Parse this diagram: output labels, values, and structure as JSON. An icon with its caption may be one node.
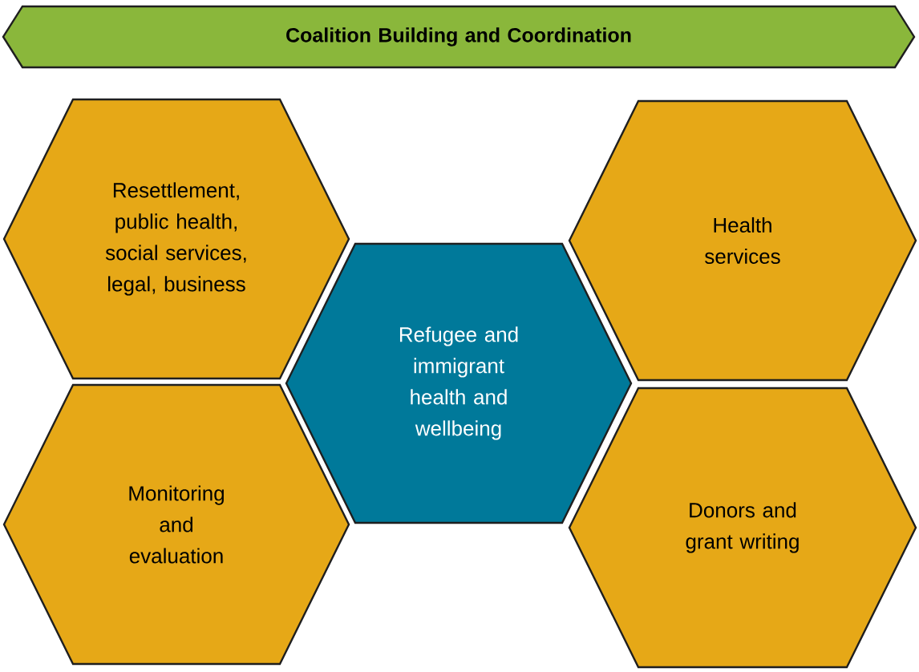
{
  "diagram": {
    "nodes": [
      {
        "text": [
          "Coalition Building and Coordination"
        ]
      },
      {
        "text": [
          "Resettlement, public health, social services, legal, business"
        ]
      },
      {
        "text": [
          "Health services"
        ]
      },
      {
        "text": [
          "Refugee and immigrant health and wellbeing"
        ]
      },
      {
        "text": [
          "Monitoring and evaluation"
        ]
      },
      {
        "text": [
          "Donors and grant writing"
        ]
      }
    ]
  }
}
